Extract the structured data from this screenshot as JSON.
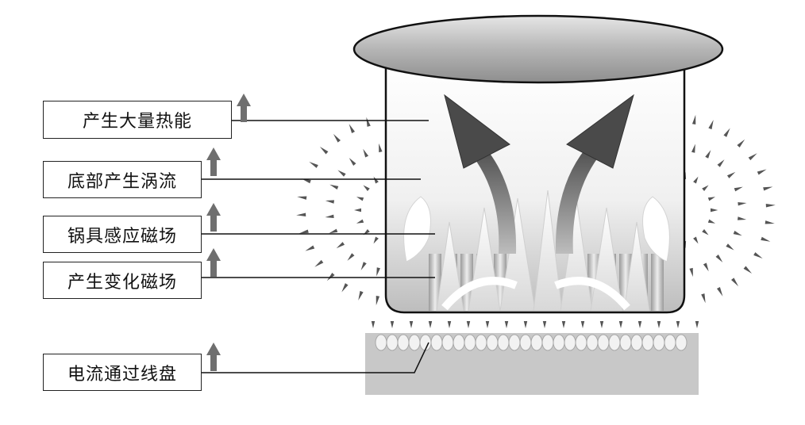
{
  "labels": {
    "heat": "产生大量热能",
    "eddy": "底部产生涡流",
    "induce": "锅具感应磁场",
    "changing": "产生变化磁场",
    "current": "电流通过线盘"
  },
  "colors": {
    "pot_top": "#a9a9a9",
    "flow_arrow": "#4a4a4a",
    "coil_plate": "#c8c8c8",
    "up_arrow": "#6f6f6f"
  }
}
